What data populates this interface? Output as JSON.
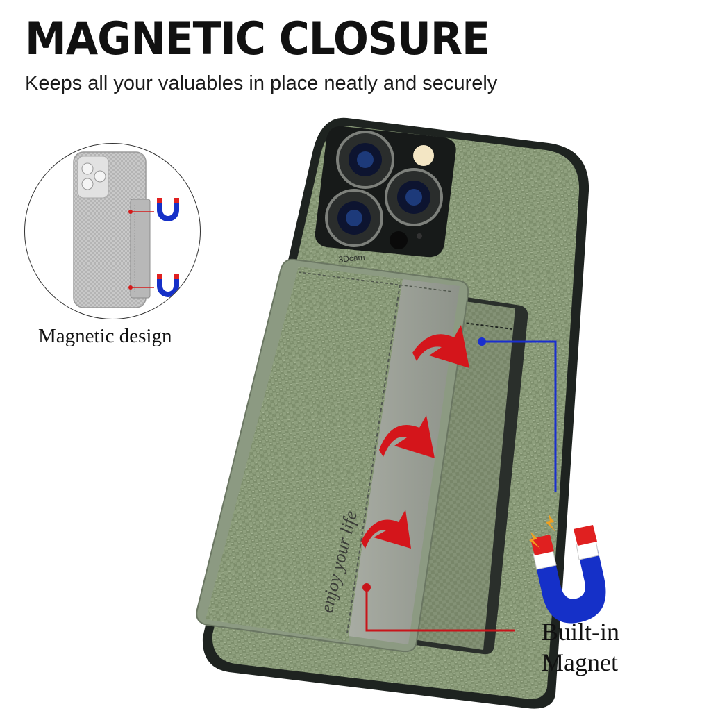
{
  "title": "MAGNETIC CLOSURE",
  "subtitle": "Keeps all your valuables in place neatly and securely",
  "inset": {
    "caption": "Magnetic design"
  },
  "product": {
    "card_text": "enjoy your life",
    "lens_text": "3Dcam"
  },
  "callout": {
    "line1": "Built-in",
    "line2": "Magnet"
  },
  "colors": {
    "case_green": "#8a9c7a",
    "arrow_red": "#d4151b",
    "callout_blue": "#1a2fcf",
    "callout_red": "#c8141a",
    "magnet_red": "#e02020",
    "magnet_blue": "#1530c8"
  },
  "icons": [
    "magnet-icon",
    "curved-arrow-icon",
    "spark-icon"
  ]
}
